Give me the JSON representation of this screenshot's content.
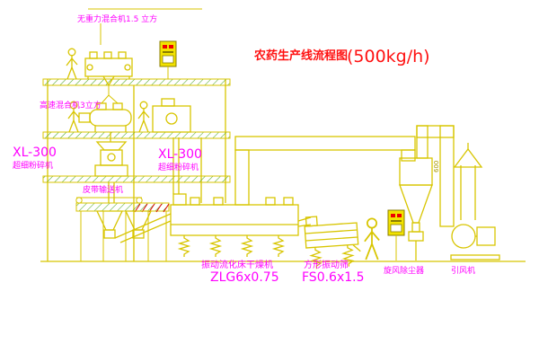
{
  "title": {
    "main": "农药生产线流程图",
    "capacity": "(500kg/h)"
  },
  "equipment_labels": {
    "gravity_mixer": "无重力混合机1.5 立方",
    "high_speed_mixer": "高速混合机3立方",
    "mill_left": {
      "model": "XL-300",
      "name": "超细粉碎机"
    },
    "mill_mid": {
      "model": "XL-300",
      "name": "超细粉碎机"
    },
    "belt_conveyor": "皮带输送机",
    "dryer": {
      "name": "振动流化床干燥机",
      "model": "ZLG6x0.75"
    },
    "screen": {
      "name": "方形振动筛",
      "model": "FS0.6x1.5"
    },
    "cyclone": "旋风除尘器",
    "fan": "引风机",
    "duct_size": "600"
  },
  "colors": {
    "equipment_line": "#d8c500",
    "structure_hatch": "#4aa520",
    "label": "#ff00ff",
    "title": "#ff1111",
    "warning_hatch": "#dd0000"
  }
}
